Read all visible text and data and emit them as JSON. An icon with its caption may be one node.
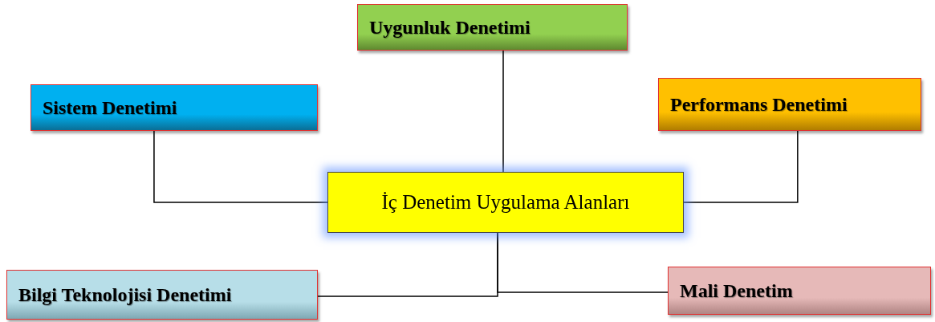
{
  "diagram": {
    "nodes": [
      {
        "text": [
          "İç Denetim Uygulama Alanları"
        ]
      },
      {
        "text": [
          "Uygunluk Denetimi"
        ]
      },
      {
        "text": [
          "Sistem Denetimi"
        ]
      },
      {
        "text": [
          "Performans Denetimi"
        ]
      },
      {
        "text": [
          "Bilgi Teknolojisi Denetimi"
        ]
      },
      {
        "text": [
          "Mali Denetim"
        ]
      }
    ],
    "edges": [
      {
        "from": 0,
        "to": 1,
        "arrow": "none"
      },
      {
        "from": 0,
        "to": 2,
        "arrow": "none"
      },
      {
        "from": 0,
        "to": 3,
        "arrow": "none"
      },
      {
        "from": 0,
        "to": 4,
        "arrow": "none"
      },
      {
        "from": 0,
        "to": 5,
        "arrow": "none"
      }
    ]
  }
}
